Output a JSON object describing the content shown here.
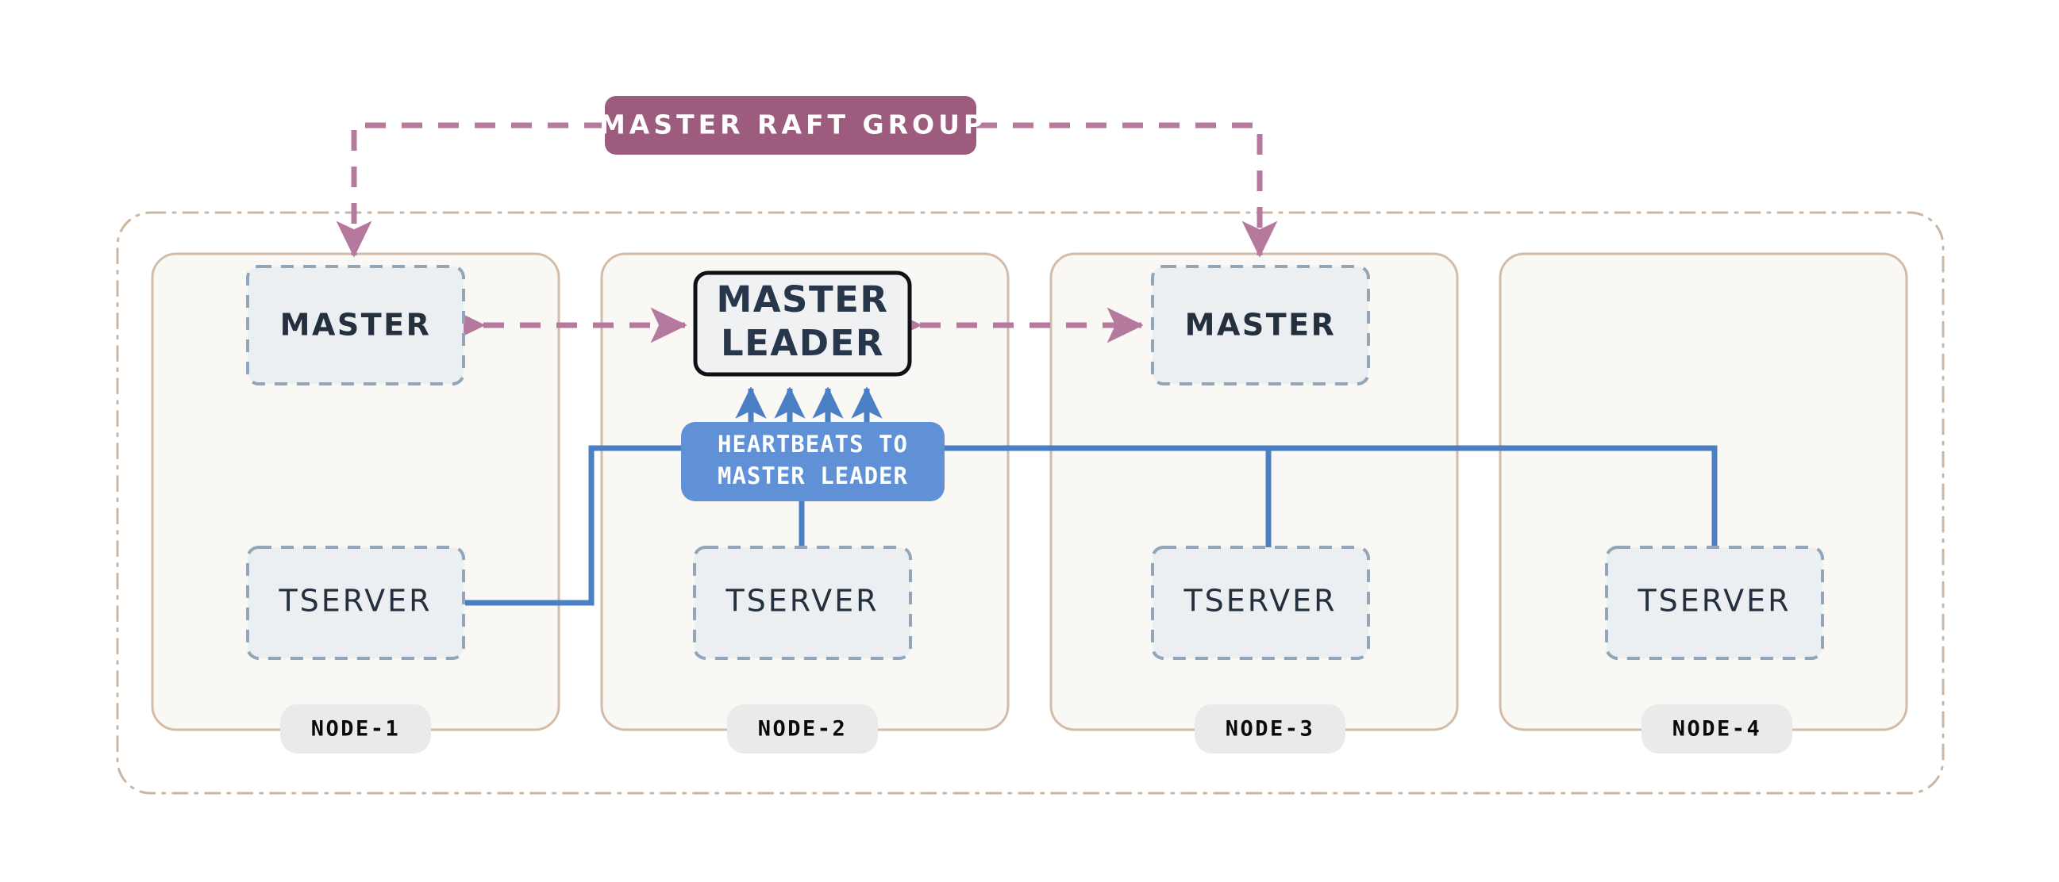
{
  "diagram": {
    "title_badge": {
      "label": "MASTER RAFT GROUP",
      "color": "#9d5b7d",
      "text_color": "#ffffff"
    },
    "heartbeat_badge": {
      "line1": "HEARTBEATS TO",
      "line2": "MASTER LEADER",
      "color": "#6090d6",
      "text_color": "#ffffff"
    },
    "leader": {
      "line1": "MASTER",
      "line2": "LEADER",
      "border_color": "#0f1114",
      "fill_color": "#eff1f2"
    },
    "component_labels": {
      "master": "MASTER",
      "tserver": "TSERVER"
    },
    "colors": {
      "raft_link": "#b5799e",
      "heartbeat_link": "#4a7fc4",
      "node_border": "#d3bba9",
      "node_fill": "#faf8f4",
      "outer_border": "#cbb6a4",
      "component_fill": "#eceff1",
      "component_border": "#92a6b8",
      "component_text": "#25303f",
      "pill_fill": "#eaeaea"
    },
    "nodes": [
      {
        "id": "node-1",
        "label": "NODE-1",
        "master": "MASTER",
        "master_is_leader": false,
        "tserver": "TSERVER"
      },
      {
        "id": "node-2",
        "label": "NODE-2",
        "master": "MASTER LEADER",
        "master_is_leader": true,
        "tserver": "TSERVER"
      },
      {
        "id": "node-3",
        "label": "NODE-3",
        "master": "MASTER",
        "master_is_leader": false,
        "tserver": "TSERVER"
      },
      {
        "id": "node-4",
        "label": "NODE-4",
        "master": null,
        "master_is_leader": false,
        "tserver": "TSERVER"
      }
    ]
  }
}
